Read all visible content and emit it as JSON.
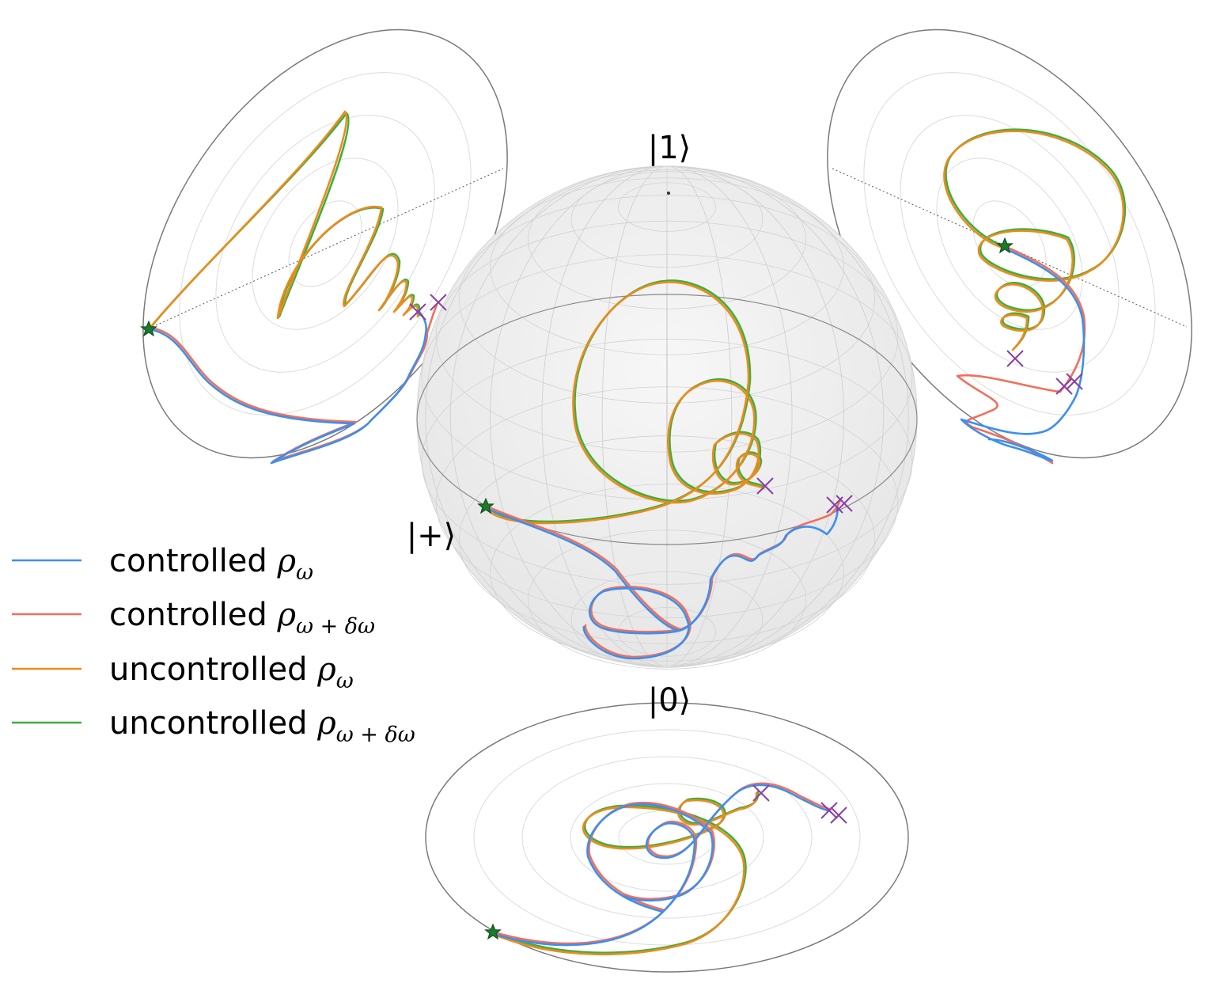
{
  "labels": {
    "top_ket": "|1⟩",
    "bottom_ket": "|0⟩",
    "left_ket": "|+⟩"
  },
  "legend": [
    {
      "prefix": "controlled ",
      "symbol": "ρ",
      "subscript": "ω",
      "color": "#3b8ff0"
    },
    {
      "prefix": "controlled ",
      "symbol": "ρ",
      "subscript": "ω + δω",
      "color": "#f26f5a"
    },
    {
      "prefix": "uncontrolled ",
      "symbol": "ρ",
      "subscript": "ω",
      "color": "#ee8a1c"
    },
    {
      "prefix": "uncontrolled ",
      "symbol": "ρ",
      "subscript": "ω + δω",
      "color": "#3fae3f"
    }
  ],
  "markers": {
    "start": {
      "shape": "star",
      "color": "#1a7a2e"
    },
    "end": {
      "shape": "x",
      "color": "#8a3ea6"
    }
  },
  "colors": {
    "sphere_fill": "#f2f2f2",
    "disc_edge": "#7a7a7a",
    "grid": "#dcdcdc"
  }
}
